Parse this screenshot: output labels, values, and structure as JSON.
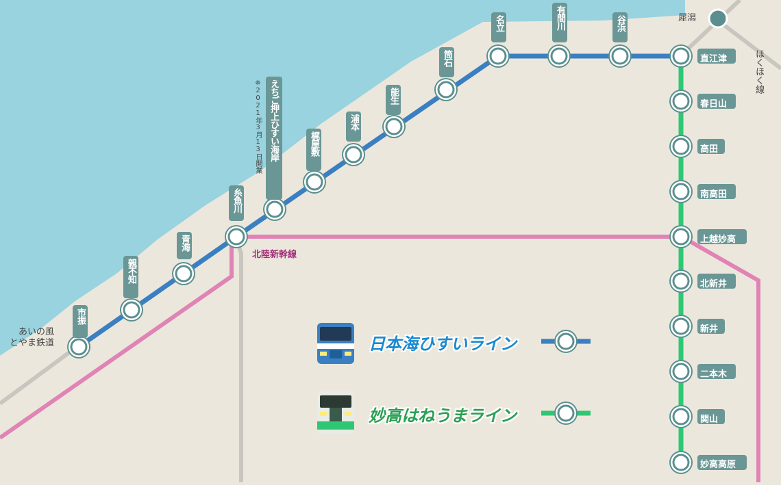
{
  "colors": {
    "sea": "#98d3df",
    "land": "#ece7dc",
    "hisui_line": "#3a7fc1",
    "haneuma_line": "#2fc774",
    "shinkansen": "#e083b5",
    "other_rail": "#c9c6c0",
    "station_ring": "#5b8f8f",
    "label_bg": "#6a9696"
  },
  "map": {
    "shinkansen_label": "北陸新幹線",
    "note_label": "※2021年3月13日開業",
    "ainokaze_label": "あいの風\nとやま鉄道",
    "hokuhoku_label": "ほくほく線",
    "saigata_label": "犀潟"
  },
  "hisui_stations": [
    {
      "name": "市振"
    },
    {
      "name": "親不知"
    },
    {
      "name": "青海"
    },
    {
      "name": "糸魚川"
    },
    {
      "name": "えちご押上ひすい海岸"
    },
    {
      "name": "梶屋敷"
    },
    {
      "name": "浦本"
    },
    {
      "name": "能生"
    },
    {
      "name": "筒石"
    },
    {
      "name": "名立"
    },
    {
      "name": "有間川"
    },
    {
      "name": "谷浜"
    }
  ],
  "haneuma_stations": [
    {
      "name": "直江津"
    },
    {
      "name": "春日山"
    },
    {
      "name": "高田"
    },
    {
      "name": "南高田"
    },
    {
      "name": "上越妙高"
    },
    {
      "name": "北新井"
    },
    {
      "name": "新井"
    },
    {
      "name": "二本木"
    },
    {
      "name": "関山"
    },
    {
      "name": "妙高高原"
    }
  ],
  "legend": {
    "hisui": "日本海ひすいライン",
    "haneuma": "妙高はねうまライン"
  }
}
